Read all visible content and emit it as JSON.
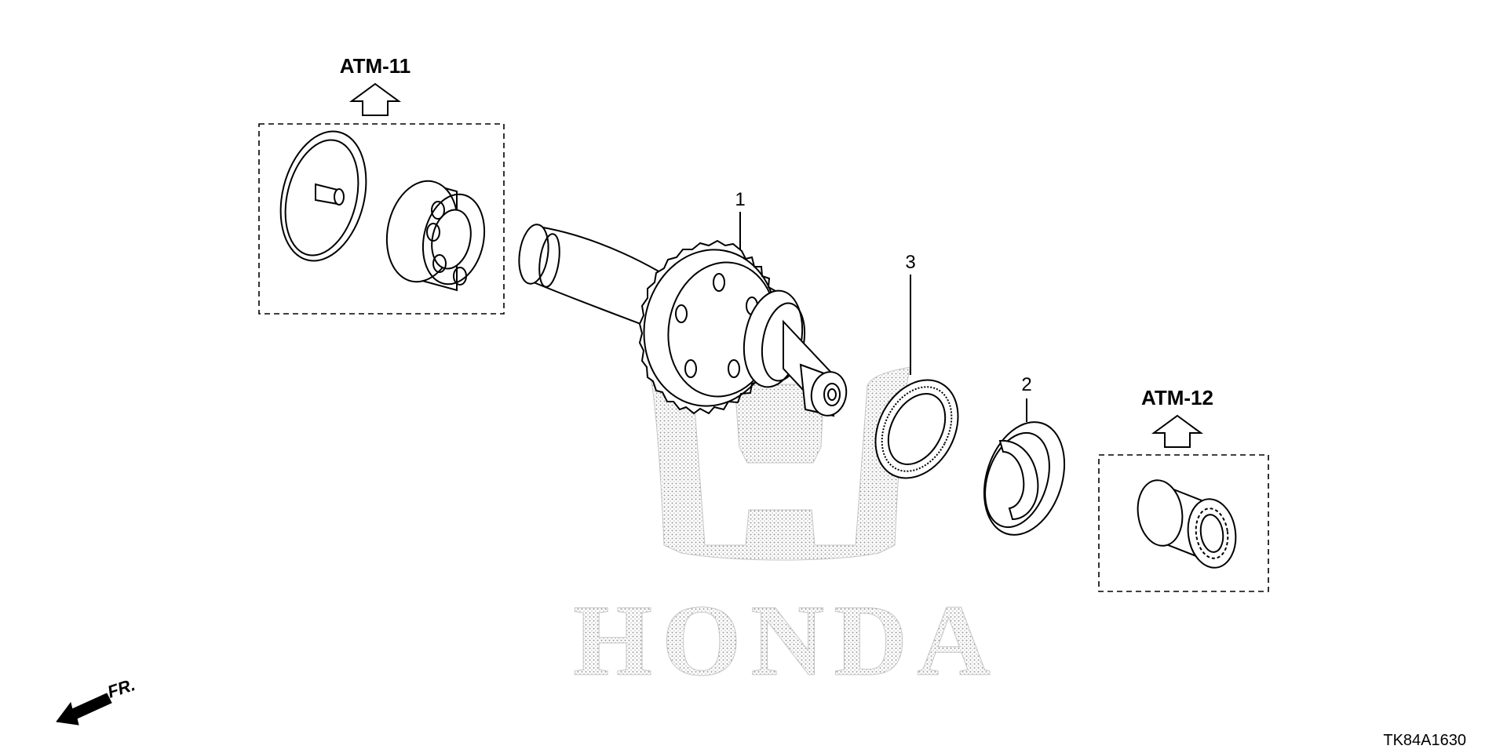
{
  "groups": {
    "atm11": {
      "label": "ATM-11"
    },
    "atm12": {
      "label": "ATM-12"
    }
  },
  "callouts": {
    "gear": "1",
    "washer": "2",
    "thrust_bearing": "3"
  },
  "direction": {
    "label": "FR."
  },
  "diagram_code": "TK84A1630",
  "watermark": {
    "text": "HONDA"
  },
  "icons": {
    "up_arrow": "up-arrow-icon",
    "front_arrow": "front-direction-arrow-icon",
    "logo": "honda-h-logo-icon"
  }
}
